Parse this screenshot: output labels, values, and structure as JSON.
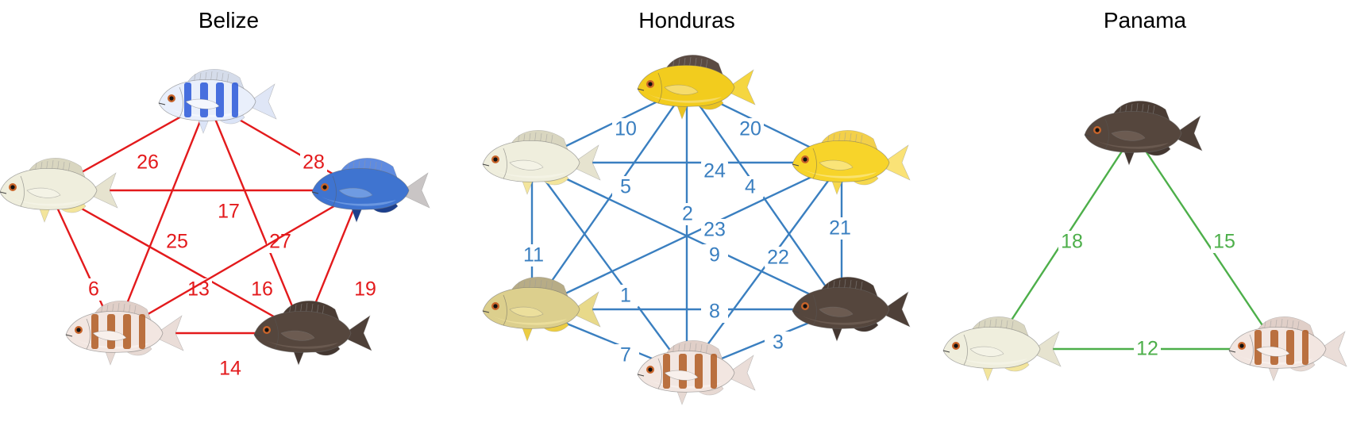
{
  "panels": [
    {
      "id": "belize",
      "title": "Belize",
      "edge_color": "#e31a1c",
      "nodes": [
        {
          "id": "blue-barred",
          "fish": "blue-barred"
        },
        {
          "id": "blue",
          "fish": "blue"
        },
        {
          "id": "pale-cream",
          "fish": "pale-cream"
        },
        {
          "id": "barred-brown",
          "fish": "barred-brown"
        },
        {
          "id": "dark-brown",
          "fish": "dark-brown"
        }
      ],
      "edges": [
        {
          "from": "blue-barred",
          "to": "pale-cream",
          "label": "26"
        },
        {
          "from": "blue-barred",
          "to": "blue",
          "label": "28"
        },
        {
          "from": "blue-barred",
          "to": "barred-brown",
          "label": "25"
        },
        {
          "from": "blue-barred",
          "to": "dark-brown",
          "label": "27"
        },
        {
          "from": "pale-cream",
          "to": "blue",
          "label": "17"
        },
        {
          "from": "pale-cream",
          "to": "barred-brown",
          "label": "6"
        },
        {
          "from": "pale-cream",
          "to": "dark-brown",
          "label": "13"
        },
        {
          "from": "blue",
          "to": "barred-brown",
          "label": "16"
        },
        {
          "from": "blue",
          "to": "dark-brown",
          "label": "19"
        },
        {
          "from": "barred-brown",
          "to": "dark-brown",
          "label": "14"
        }
      ]
    },
    {
      "id": "honduras",
      "title": "Honduras",
      "edge_color": "#3a7fc0",
      "nodes": [
        {
          "id": "yellow-dark",
          "fish": "yellow-dark"
        },
        {
          "id": "pale-cream",
          "fish": "pale-cream"
        },
        {
          "id": "yellow",
          "fish": "yellow"
        },
        {
          "id": "tan-yellow",
          "fish": "tan-yellow"
        },
        {
          "id": "dark-brown",
          "fish": "dark-brown"
        },
        {
          "id": "barred-brown",
          "fish": "barred-brown"
        }
      ],
      "edges": [
        {
          "from": "yellow-dark",
          "to": "pale-cream",
          "label": "10"
        },
        {
          "from": "yellow-dark",
          "to": "yellow",
          "label": "20"
        },
        {
          "from": "yellow-dark",
          "to": "tan-yellow",
          "label": "5"
        },
        {
          "from": "yellow-dark",
          "to": "dark-brown",
          "label": "4"
        },
        {
          "from": "yellow-dark",
          "to": "barred-brown",
          "label": "2"
        },
        {
          "from": "pale-cream",
          "to": "yellow",
          "label": "24"
        },
        {
          "from": "pale-cream",
          "to": "tan-yellow",
          "label": "11"
        },
        {
          "from": "pale-cream",
          "to": "dark-brown",
          "label": "9"
        },
        {
          "from": "pale-cream",
          "to": "barred-brown",
          "label": "1"
        },
        {
          "from": "yellow",
          "to": "tan-yellow",
          "label": "23"
        },
        {
          "from": "yellow",
          "to": "dark-brown",
          "label": "21"
        },
        {
          "from": "yellow",
          "to": "barred-brown",
          "label": "22"
        },
        {
          "from": "tan-yellow",
          "to": "dark-brown",
          "label": "8"
        },
        {
          "from": "tan-yellow",
          "to": "barred-brown",
          "label": "7"
        },
        {
          "from": "dark-brown",
          "to": "barred-brown",
          "label": "3"
        }
      ]
    },
    {
      "id": "panama",
      "title": "Panama",
      "edge_color": "#4daf4a",
      "nodes": [
        {
          "id": "dark-brown",
          "fish": "dark-brown"
        },
        {
          "id": "pale-cream",
          "fish": "pale-cream"
        },
        {
          "id": "barred-brown",
          "fish": "barred-brown"
        }
      ],
      "edges": [
        {
          "from": "dark-brown",
          "to": "pale-cream",
          "label": "18"
        },
        {
          "from": "dark-brown",
          "to": "barred-brown",
          "label": "15"
        },
        {
          "from": "pale-cream",
          "to": "barred-brown",
          "label": "12"
        }
      ]
    }
  ],
  "fish_styles": {
    "pale-cream": {
      "body": "#efeedd",
      "belly": "#f4f3e6",
      "dorsal": "#d9d6c0",
      "tail": "#e6e3cf",
      "fin": "#f3e59c",
      "detail": "#221a12",
      "barred": false
    },
    "blue-barred": {
      "body": "#e9effb",
      "belly": "#f4f7fd",
      "dorsal": "#d5dcea",
      "tail": "#dfe6f6",
      "fin": "#dbe4f7",
      "detail": "#2a58d8",
      "barred": true
    },
    "blue": {
      "body": "#3f74d0",
      "belly": "#6f9be2",
      "dorsal": "#5f8be0",
      "tail": "#c9c5c5",
      "fin": "#1c3f8c",
      "detail": "#12306e",
      "barred": false
    },
    "barred-brown": {
      "body": "#f2e6e1",
      "belly": "#f8f0ec",
      "dorsal": "#e0cfc8",
      "tail": "#eaddd8",
      "fin": "#e7d9d3",
      "detail": "#b05a22",
      "barred": true
    },
    "dark-brown": {
      "body": "#55463d",
      "belly": "#6c5b51",
      "dorsal": "#4a3c34",
      "tail": "#4e4038",
      "fin": "#443731",
      "detail": "#2a201b",
      "barred": false
    },
    "yellow": {
      "body": "#f7d42a",
      "belly": "#fae478",
      "dorsal": "#f3d04a",
      "tail": "#fae276",
      "fin": "#f6d84d",
      "detail": "#c89a12",
      "barred": false
    },
    "yellow-dark": {
      "body": "#f2cc1e",
      "belly": "#f6dc6b",
      "dorsal": "#5b4b43",
      "tail": "#f5d640",
      "fin": "#eac322",
      "detail": "#5b4b43",
      "barred": false
    },
    "tan-yellow": {
      "body": "#dccf8d",
      "belly": "#ecdf9c",
      "dorsal": "#b7ac86",
      "tail": "#e8d98a",
      "fin": "#eccd42",
      "detail": "#8b7f56",
      "barred": false
    }
  }
}
